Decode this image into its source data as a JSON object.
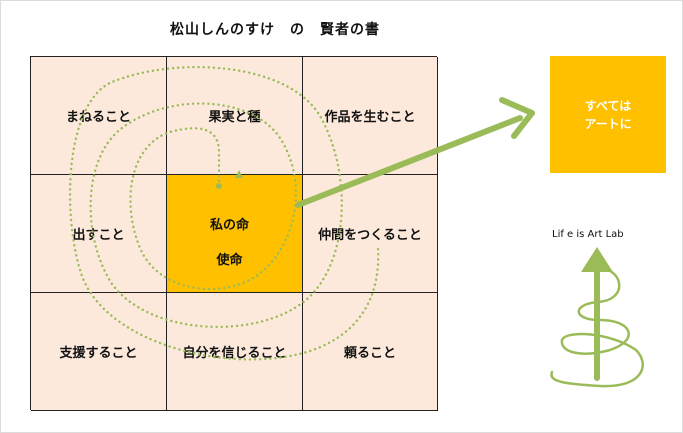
{
  "title": "松山しんのすけ　の　賢者の書",
  "grid": {
    "cells": [
      "まねること",
      "果実と種",
      "作品を生むこと",
      "出すこと",
      "",
      "仲間をつくること",
      "支援すること",
      "自分を信じること",
      "頼ること"
    ],
    "center": {
      "line1": "私の命",
      "line2": "使命"
    }
  },
  "goal": {
    "line1": "すべては",
    "line2": "アートに"
  },
  "lab": {
    "label": "Lif e is Art Lab"
  },
  "colors": {
    "cell_fill": "#fce9dc",
    "center_fill": "#ffc000",
    "goal_fill": "#ffc000",
    "arrow_green": "#9bbb59"
  }
}
